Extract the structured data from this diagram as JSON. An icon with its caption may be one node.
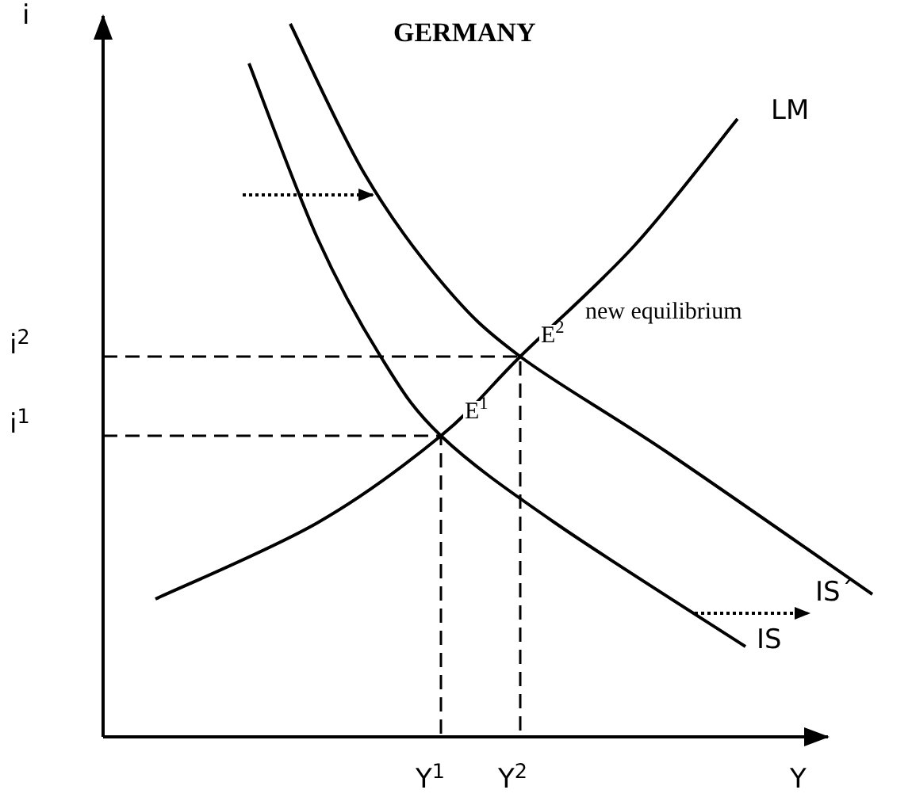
{
  "diagram": {
    "title": "GERMANY",
    "labels": [
      "i",
      "LM",
      "new equilibrium",
      "i$^{2}$",
      "E$^{2}$",
      "i$^{1}$",
      "E$^{1}$",
      "IS´",
      "IS",
      "Y$^{1}$",
      "Y$^{2}$",
      "Y"
    ]
  }
}
